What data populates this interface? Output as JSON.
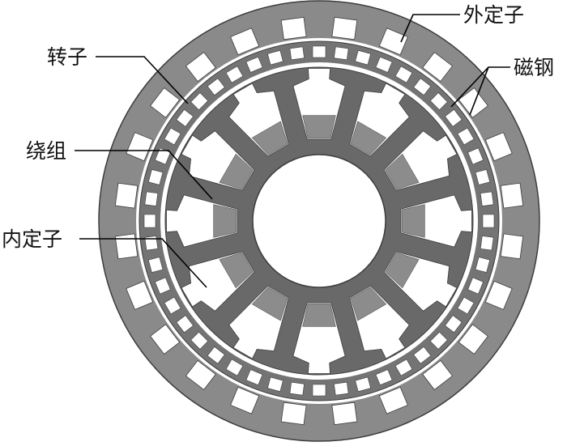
{
  "diagram": {
    "labels": {
      "outer_stator": "外定子",
      "rotor": "转子",
      "magnet": "磁钢",
      "winding": "绕组",
      "inner_stator": "内定子"
    },
    "counts": {
      "outer_stator_teeth": 24,
      "rotor_slots": 48,
      "inner_stator_teeth": 12,
      "winding_slots": 12
    },
    "colors": {
      "steel": "#8a8a8a",
      "steel_dark": "#747474",
      "core": "#696969",
      "winding": "#8c8c8c",
      "gap": "#ffffff",
      "outline": "#3c3c3c"
    }
  }
}
